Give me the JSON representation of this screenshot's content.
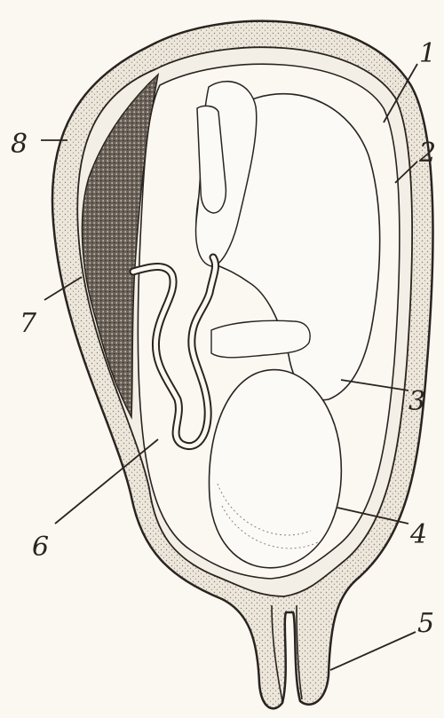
{
  "labels": {
    "l1": "1",
    "l2": "2",
    "l3": "3",
    "l4": "4",
    "l5": "5",
    "l6": "6",
    "l7": "7",
    "l8": "8"
  },
  "colors": {
    "ink": "#2a2420",
    "paper": "#fbf8f2",
    "placenta": "#5a5048",
    "wall": "#e9e3d8"
  }
}
